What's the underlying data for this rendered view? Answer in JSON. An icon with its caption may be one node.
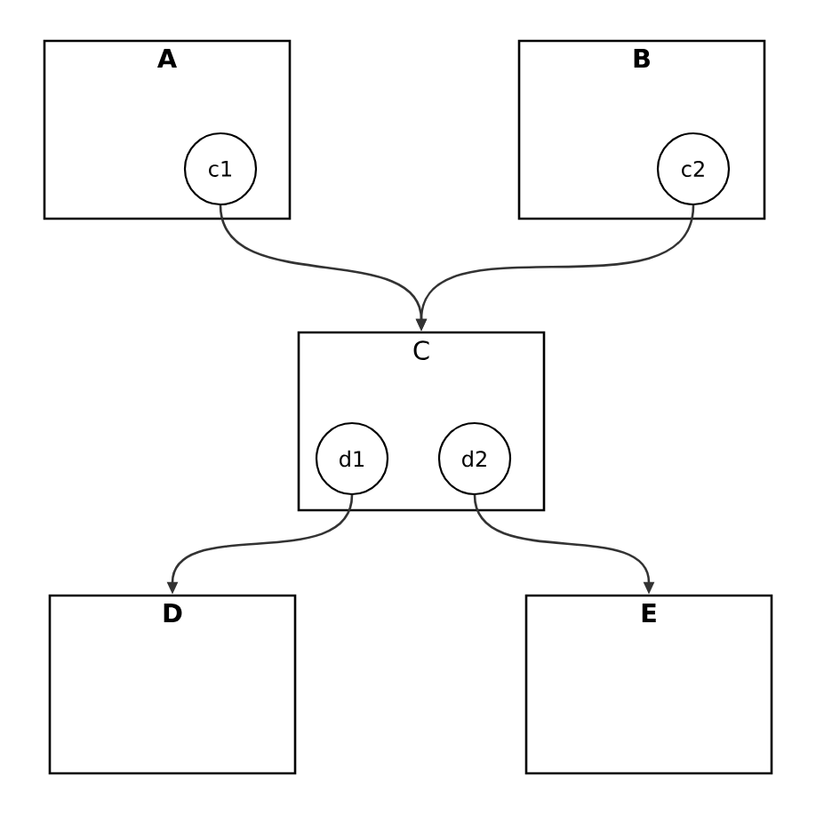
{
  "diagram": {
    "nodes": [
      {
        "text": [
          "A"
        ]
      },
      {
        "text": [
          "c1"
        ],
        "in": 0
      },
      {
        "text": [
          "B"
        ]
      },
      {
        "text": [
          "c2"
        ],
        "in": 2
      },
      {
        "text": [
          "C"
        ]
      },
      {
        "text": [
          "d1"
        ],
        "in": 4
      },
      {
        "text": [
          "d2"
        ],
        "in": 4
      },
      {
        "text": [
          "D"
        ]
      },
      {
        "text": [
          "E"
        ]
      }
    ],
    "edges": [
      {
        "from": 1,
        "to": 4,
        "arrow": "to"
      },
      {
        "from": 3,
        "to": 4,
        "arrow": "to"
      },
      {
        "from": 5,
        "to": 7,
        "arrow": "to"
      },
      {
        "from": 6,
        "to": 8,
        "arrow": "to"
      }
    ]
  }
}
